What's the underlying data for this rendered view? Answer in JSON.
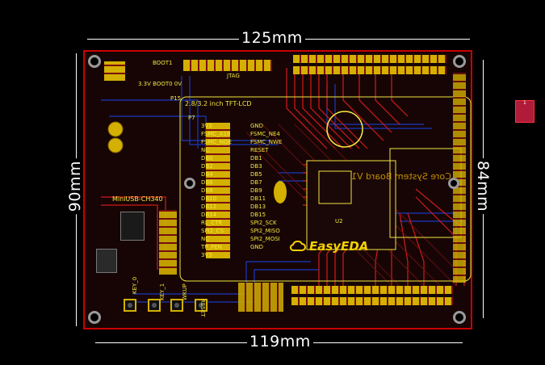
{
  "dimensions": {
    "top_width": "125mm",
    "bottom_width": "119mm",
    "left_height": "90mm",
    "right_height": "84mm"
  },
  "logo": {
    "text": "EasyEDA",
    "icon": "cloud-icon"
  },
  "labels": {
    "lcd": "2.8/3.2 inch TFT-LCD",
    "usb": "MiniUSB-CH340",
    "boot": "BOOT1",
    "boot_pins": "3.3V BOOT0 0V",
    "jtag": "JTAG",
    "core": "Core System Board V1",
    "chip_ref": "U2",
    "p15": "P15",
    "p7": "P7",
    "key0": "KEY_0",
    "key1": "KEY_1",
    "wkup": "WKUP",
    "reset": "RESET"
  },
  "lcd_pins_left": [
    "3V3",
    "FSMC_A16",
    "FSMC_NOE",
    "NC",
    "DB0",
    "DB2",
    "DB4",
    "DB6",
    "DB8",
    "DB10",
    "DB12",
    "DB14",
    "RL_CTR",
    "SPI2_CS",
    "NC",
    "TP_PEN",
    "3V3"
  ],
  "lcd_pins_right": [
    "GND",
    "FSMC_NE4",
    "FSMC_NWE",
    "RESET",
    "DB1",
    "DB3",
    "DB5",
    "DB7",
    "DB9",
    "DB11",
    "DB13",
    "DB15",
    "SPI2_SCK",
    "SPI2_MISO",
    "SPI2_MOSI",
    "GND"
  ],
  "thumb": {
    "label": "1"
  },
  "colors": {
    "silk": "#f2e640",
    "copper_top": "#d21b1b",
    "copper_bottom": "#1a3fd6",
    "pad": "#d4b000"
  }
}
